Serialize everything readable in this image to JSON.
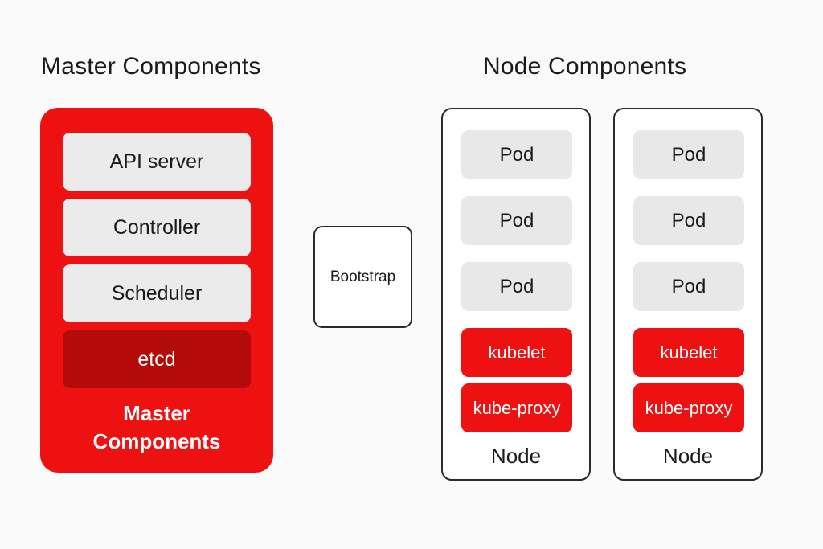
{
  "background_color": "#fafafa",
  "colors": {
    "red": "#ee1111",
    "dark_red": "#b30a0a",
    "light_gray": "#ebebeb",
    "pod_gray": "#e8e8e8",
    "outline": "#2b2b2b",
    "text_dark": "#1a1a1a",
    "text_light": "#ffffff"
  },
  "master": {
    "title": "Master Components",
    "caption": "Master\nComponents",
    "caption_line1": "Master",
    "caption_line2": "Components",
    "items": [
      {
        "label": "API server",
        "style": "light"
      },
      {
        "label": "Controller",
        "style": "light"
      },
      {
        "label": "Scheduler",
        "style": "light"
      },
      {
        "label": "etcd",
        "style": "dark"
      }
    ]
  },
  "bootstrap": {
    "label": "Bootstrap"
  },
  "nodes": {
    "title": "Node Components",
    "boxes": [
      {
        "caption": "Node",
        "items": [
          {
            "label": "Pod",
            "style": "pod"
          },
          {
            "label": "Pod",
            "style": "pod"
          },
          {
            "label": "Pod",
            "style": "pod"
          },
          {
            "label": "kubelet",
            "style": "comp"
          },
          {
            "label": "kube-proxy",
            "style": "comp"
          }
        ]
      },
      {
        "caption": "Node",
        "items": [
          {
            "label": "Pod",
            "style": "pod"
          },
          {
            "label": "Pod",
            "style": "pod"
          },
          {
            "label": "Pod",
            "style": "pod"
          },
          {
            "label": "kubelet",
            "style": "comp"
          },
          {
            "label": "kube-proxy",
            "style": "comp"
          }
        ]
      }
    ]
  }
}
